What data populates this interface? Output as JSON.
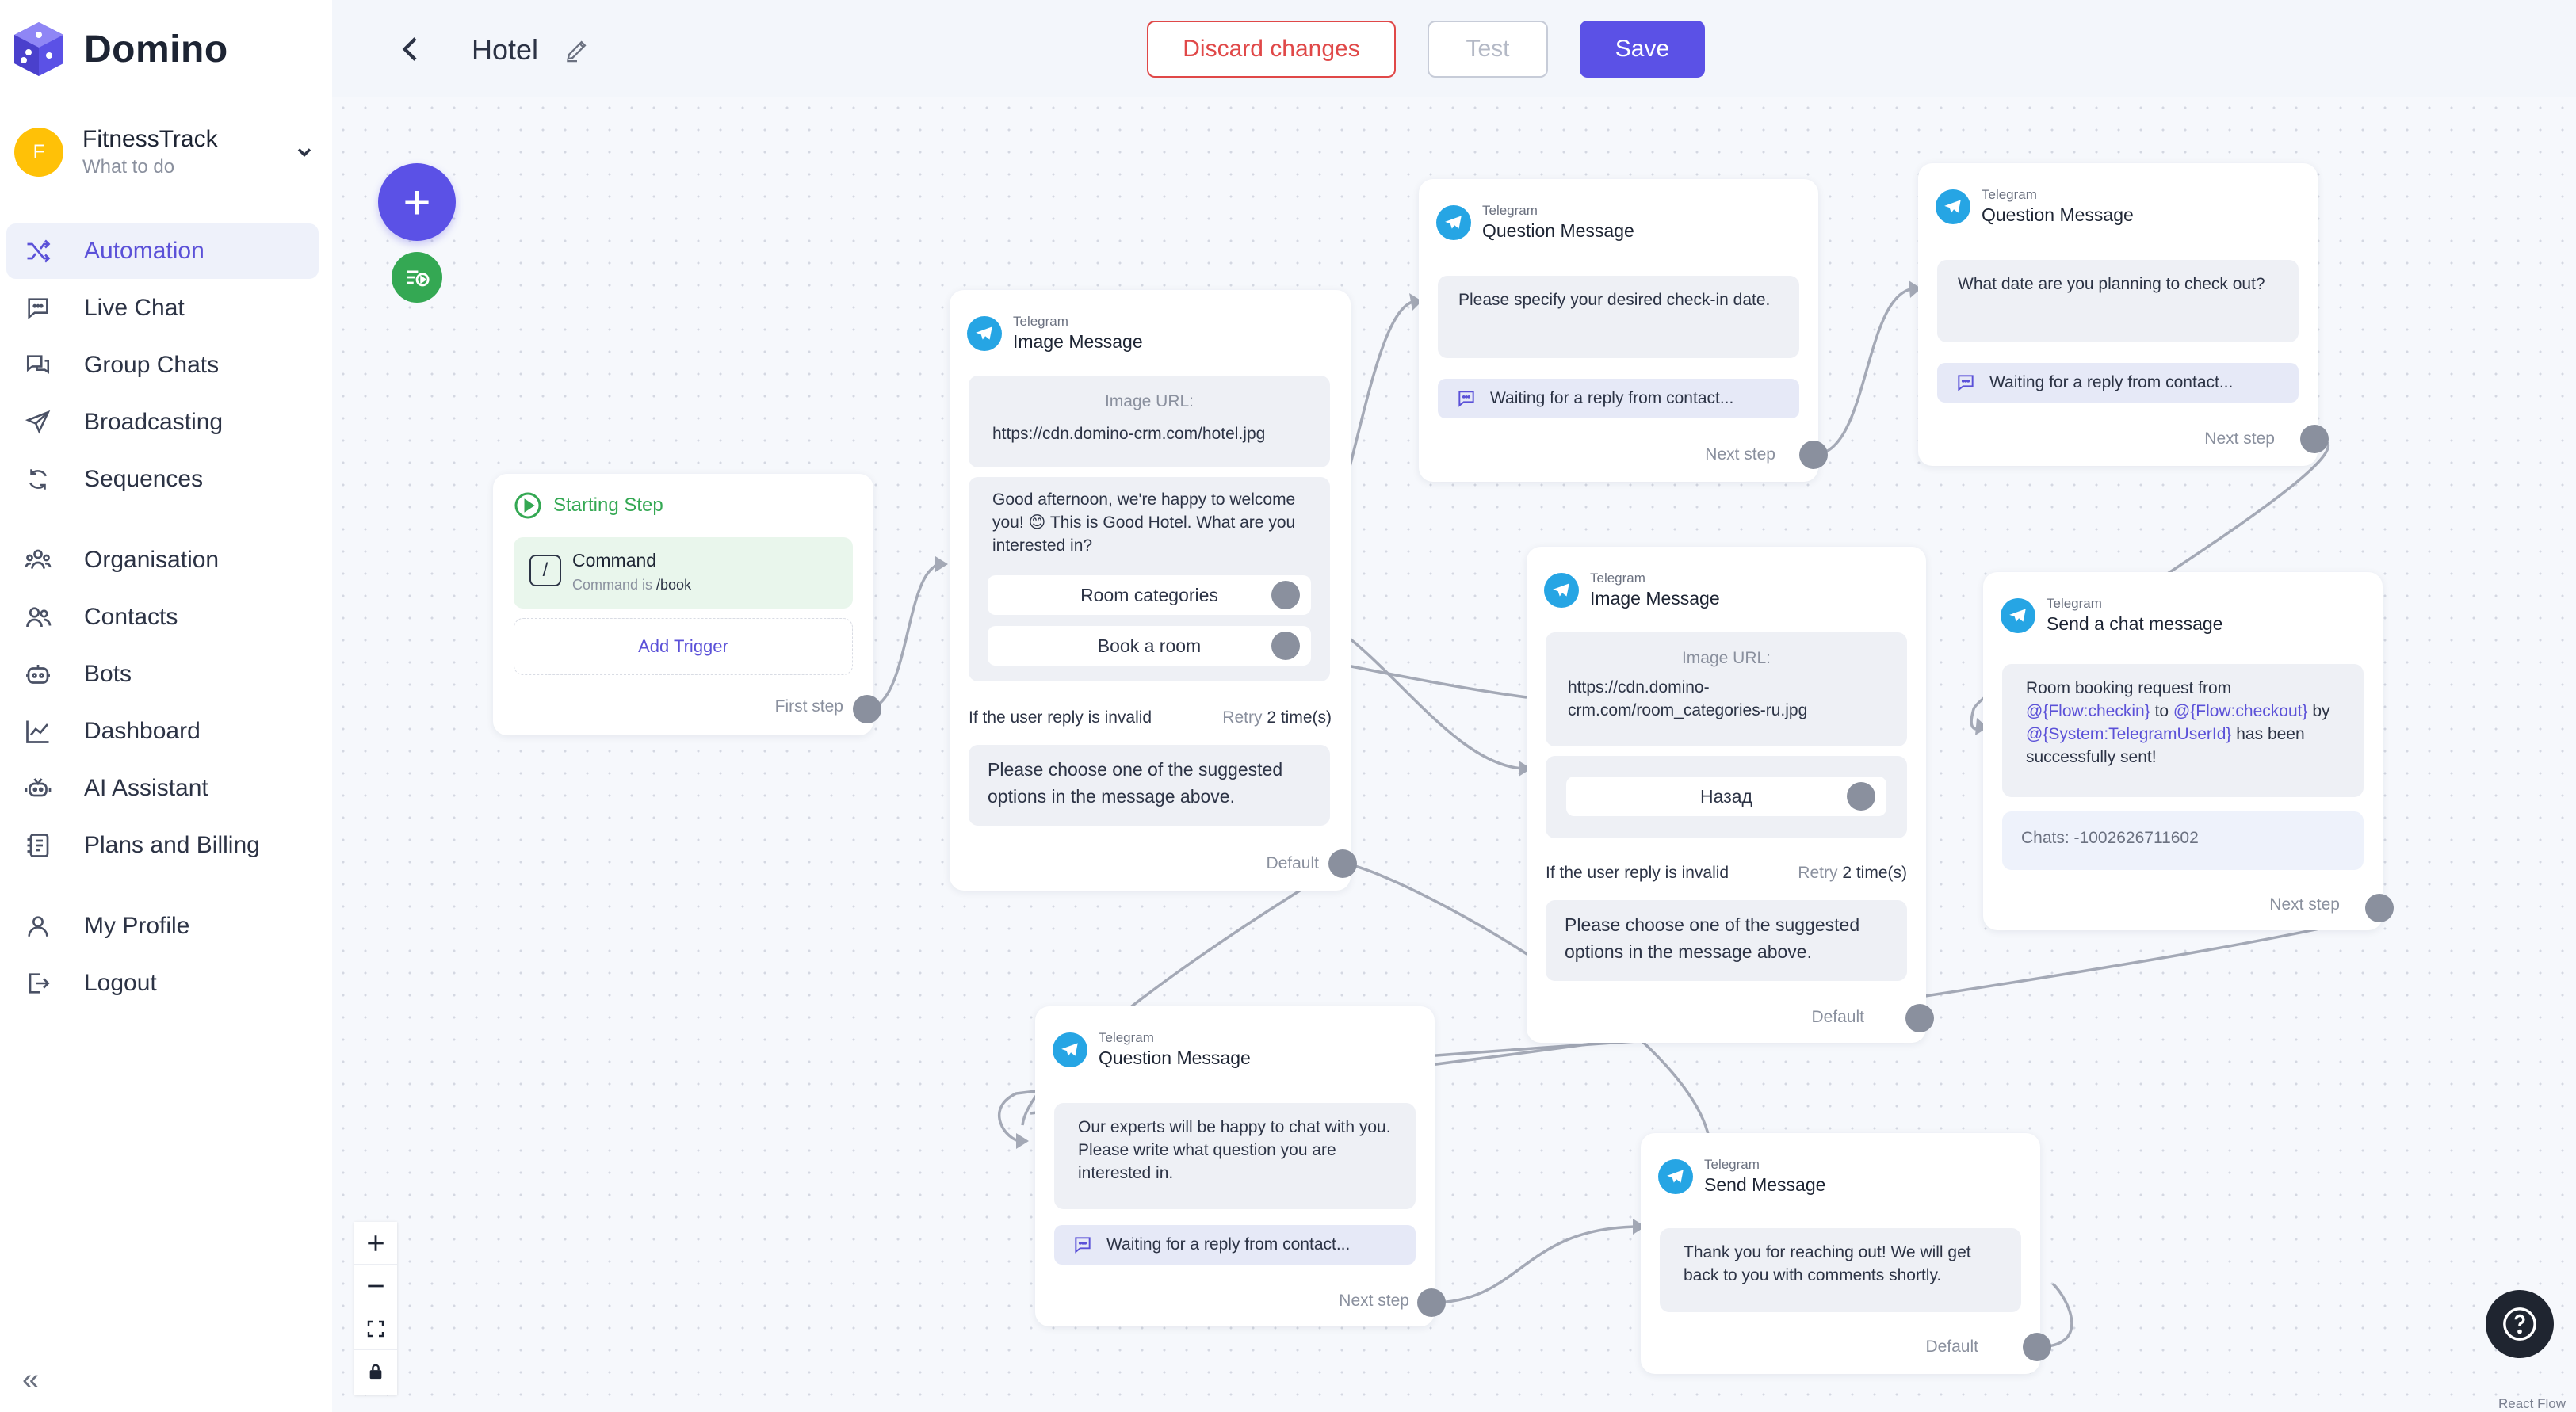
{
  "brand": {
    "name": "Domino"
  },
  "account": {
    "avatar_letter": "F",
    "name": "FitnessTrack",
    "subtitle": "What to do"
  },
  "nav": {
    "items": [
      {
        "label": "Automation",
        "icon": "shuffle-icon",
        "active": true
      },
      {
        "label": "Live Chat",
        "icon": "chat-bubble-icon"
      },
      {
        "label": "Group Chats",
        "icon": "group-chat-icon"
      },
      {
        "label": "Broadcasting",
        "icon": "paper-plane-icon"
      },
      {
        "label": "Sequences",
        "icon": "cycle-icon"
      },
      {
        "label": "Organisation",
        "icon": "organisation-icon"
      },
      {
        "label": "Contacts",
        "icon": "contacts-icon"
      },
      {
        "label": "Bots",
        "icon": "bot-icon"
      },
      {
        "label": "Dashboard",
        "icon": "line-chart-icon"
      },
      {
        "label": "AI Assistant",
        "icon": "ai-assistant-icon"
      },
      {
        "label": "Plans and Billing",
        "icon": "billing-icon"
      },
      {
        "label": "My Profile",
        "icon": "user-icon"
      },
      {
        "label": "Logout",
        "icon": "logout-icon"
      }
    ]
  },
  "header": {
    "title": "Hotel",
    "discard_label": "Discard changes",
    "test_label": "Test",
    "save_label": "Save"
  },
  "nodes": {
    "start": {
      "title": "Starting Step",
      "trigger_title": "Command",
      "trigger_sub": "Command is ",
      "trigger_value": "/book",
      "add_trigger": "Add Trigger",
      "out_label": "First step"
    },
    "image1": {
      "source": "Telegram",
      "type": "Image Message",
      "image_label": "Image URL:",
      "image_url": "https://cdn.domino-crm.com/hotel.jpg",
      "text": "Good afternoon, we're happy to welcome you! 😊 This is Good Hotel. What are you interested in?",
      "buttons": [
        "Room categories",
        "Book a room"
      ],
      "invalid_label": "If the user reply is invalid",
      "retry_label": "Retry",
      "retry_value": "2 time(s)",
      "invalid_text": "Please choose one of the suggested options in the message above.",
      "out_label": "Default"
    },
    "q_checkin": {
      "source": "Telegram",
      "type": "Question Message",
      "text": "Please specify your desired check-in date.",
      "waiting": "Waiting for a reply from contact...",
      "out_label": "Next step"
    },
    "q_checkout": {
      "source": "Telegram",
      "type": "Question Message",
      "text": "What date are you planning to check out?",
      "waiting": "Waiting for a reply from contact...",
      "out_label": "Next step"
    },
    "image2": {
      "source": "Telegram",
      "type": "Image Message",
      "image_label": "Image URL:",
      "image_url": "https://cdn.domino-crm.com/room_categories-ru.jpg",
      "button": "Назад",
      "invalid_label": "If the user reply is invalid",
      "retry_label": "Retry",
      "retry_value": "2 time(s)",
      "invalid_text": "Please choose one of the suggested options in the message above.",
      "out_label": "Default"
    },
    "chat_msg": {
      "source": "Telegram",
      "type": "Send a chat message",
      "text_1": "Room booking request from ",
      "var_1": "@{Flow:checkin}",
      "text_2": " to ",
      "var_2": "@{Flow:checkout}",
      "text_3": " by ",
      "var_3": "@{System:TelegramUserId}",
      "text_4": " has been successfully sent!",
      "chats": "Chats: -1002626711602",
      "out_label": "Next step"
    },
    "q_question": {
      "source": "Telegram",
      "type": "Question Message",
      "text": "Our experts will be happy to chat with you. Please write what question you are interested in.",
      "waiting": "Waiting for a reply from contact...",
      "out_label": "Next step"
    },
    "send_msg": {
      "source": "Telegram",
      "type": "Send Message",
      "text": "Thank you for reaching out! We will get back to you with comments shortly.",
      "out_label": "Default"
    }
  },
  "footer": {
    "collapse": "«",
    "help": "?",
    "attribution": "React Flow"
  },
  "colors": {
    "accent": "#5b51e6",
    "danger": "#e04848",
    "telegram": "#26a5e4",
    "start": "#34a853"
  }
}
